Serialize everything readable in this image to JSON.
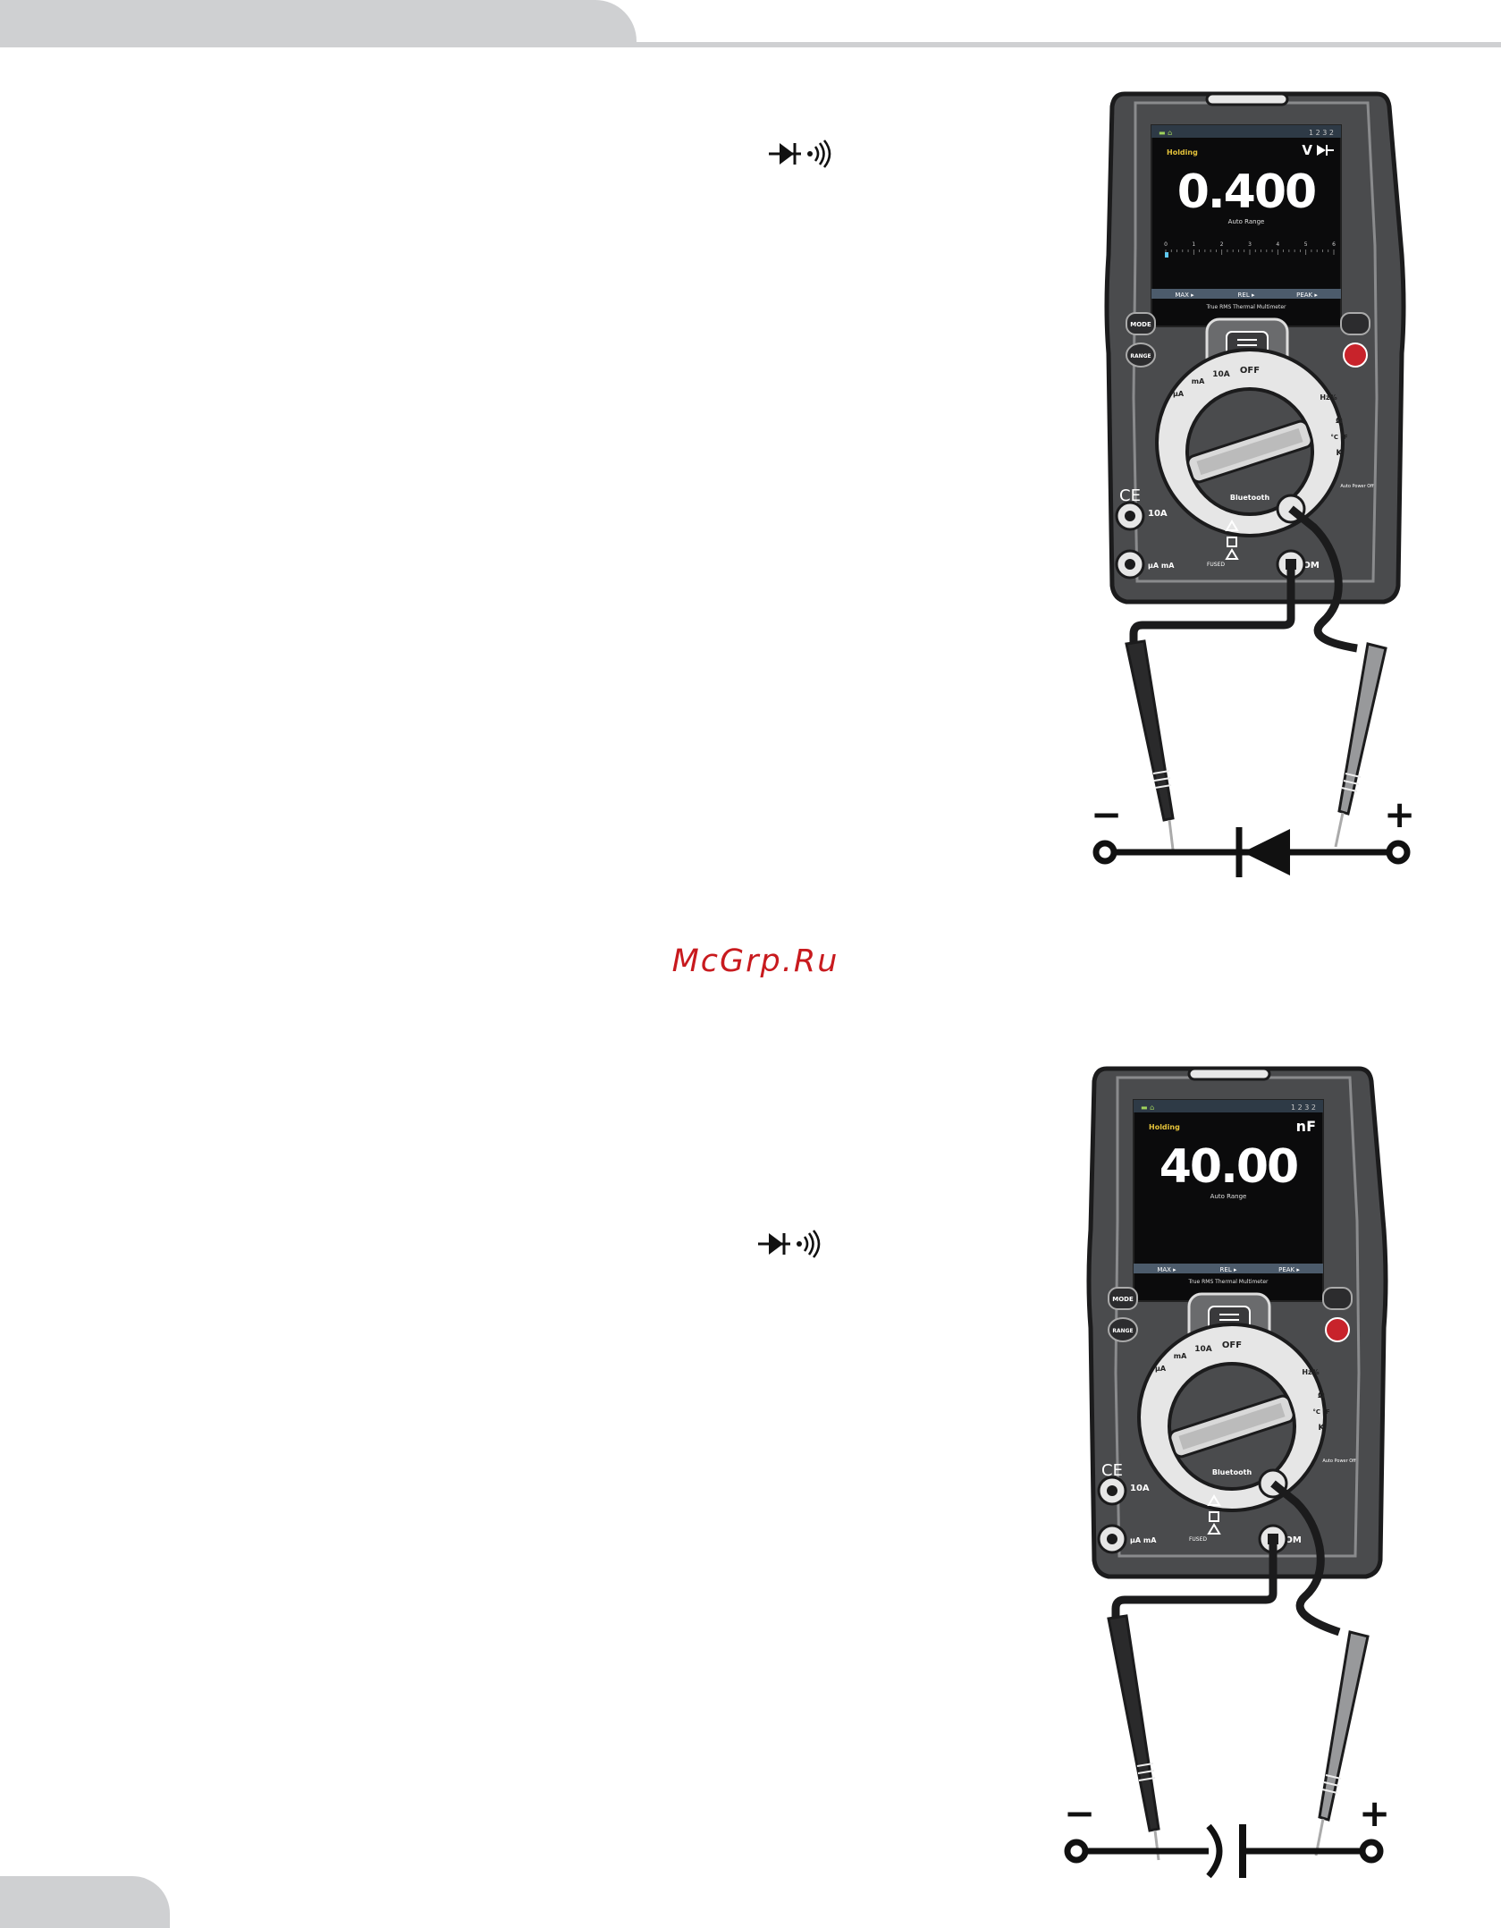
{
  "header": {
    "tab_color": "#cfd0d2"
  },
  "watermark": {
    "text": "McGrp.Ru",
    "color": "#c81a1e"
  },
  "symbols": {
    "diode_continuity_top": "diode-continuity-icon",
    "diode_continuity_bottom": "diode-continuity-icon"
  },
  "meters": [
    {
      "status": "Holding",
      "unit": "V",
      "unit_symbol": "diode-icon",
      "reading": "0.400",
      "range_text": "Auto Range",
      "bar_scale": [
        "0",
        "1",
        "2",
        "3",
        "4",
        "5",
        "6"
      ],
      "bar_level": 0.02,
      "indicators": "1 2 3 2",
      "softkeys": [
        "MAX ▸",
        "REL ▸",
        "PEAK ▸"
      ],
      "model_band": "True RMS Thermal Multimeter",
      "buttons": {
        "mode": "MODE",
        "range": "RANGE"
      },
      "dial_labels": [
        "OFF",
        "10A",
        "mA",
        "µA",
        "Hz%",
        "Ω",
        "°C °F",
        "K"
      ],
      "jacks": {
        "ten_amp": "10A",
        "ua_ma": "µA mA",
        "fused": "FUSED",
        "com": "COM",
        "bluetooth": "Bluetooth",
        "auto_power": "Auto Power Off",
        "ce": "CE"
      },
      "circuit": {
        "minus": "−",
        "plus": "+",
        "component": "diode"
      }
    },
    {
      "status": "Holding",
      "unit": "nF",
      "reading": "40.00",
      "range_text": "Auto Range",
      "indicators": "1 2 3 2",
      "softkeys": [
        "MAX ▸",
        "REL ▸",
        "PEAK ▸"
      ],
      "model_band": "True RMS Thermal Multimeter",
      "buttons": {
        "mode": "MODE",
        "range": "RANGE"
      },
      "dial_labels": [
        "OFF",
        "10A",
        "mA",
        "µA",
        "Hz%",
        "Ω",
        "°C °F",
        "K"
      ],
      "jacks": {
        "ten_amp": "10A",
        "ua_ma": "µA mA",
        "fused": "FUSED",
        "com": "COM",
        "bluetooth": "Bluetooth",
        "auto_power": "Auto Power Off",
        "ce": "CE"
      },
      "circuit": {
        "minus": "−",
        "plus": "+",
        "component": "capacitor"
      }
    }
  ]
}
